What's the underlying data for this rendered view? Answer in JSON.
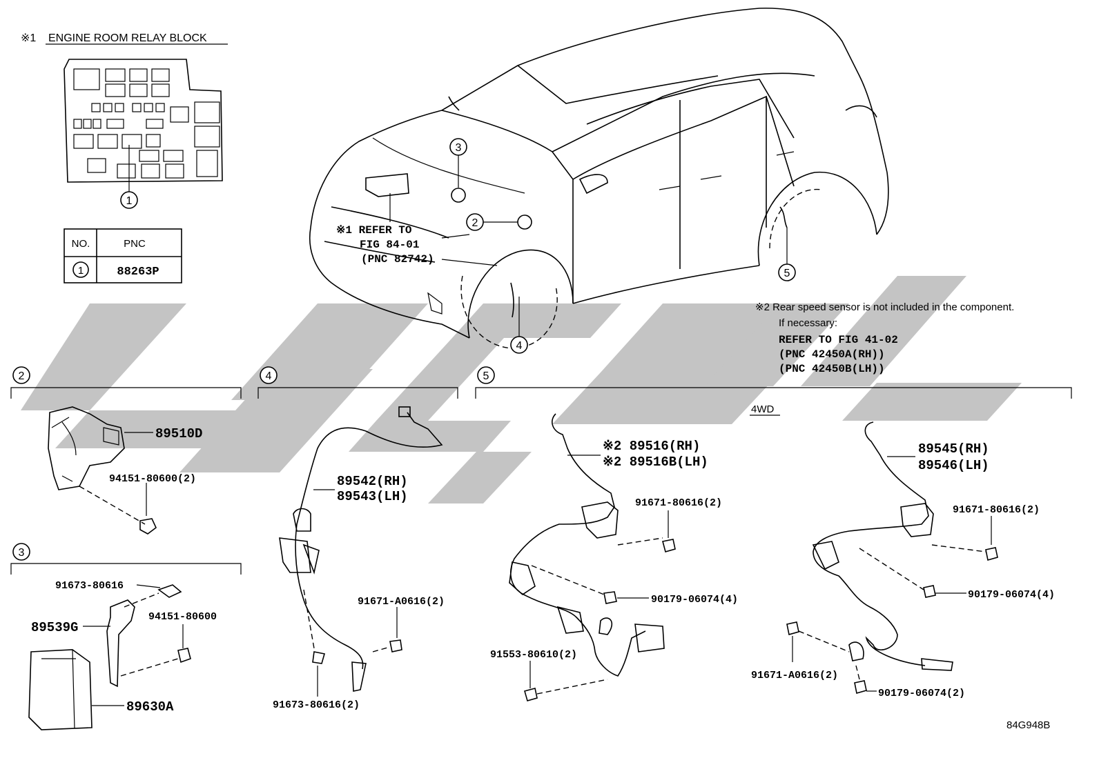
{
  "relay_block": {
    "mark": "※1",
    "title": "ENGINE ROOM RELAY BLOCK",
    "callout": "1"
  },
  "pnc_table": {
    "headers": [
      "NO.",
      "PNC"
    ],
    "rows": [
      {
        "no": "1",
        "pnc": "88263P"
      }
    ]
  },
  "vehicle": {
    "callouts": [
      "2",
      "3",
      "4",
      "5"
    ],
    "refer_lines": [
      "※1 REFER TO",
      "FIG 84-01",
      "(PNC 82742)"
    ]
  },
  "note2": {
    "line1": "※2 Rear speed sensor is not included in the component.",
    "line2": "If necessary:",
    "line3": "REFER TO FIG 41-02",
    "line4": "(PNC 42450A(RH))",
    "line5": "(PNC 42450B(LH))"
  },
  "section2": {
    "num": "2",
    "labels": {
      "sensor": "89510D",
      "bolt": "94151-80600(2)"
    }
  },
  "section3": {
    "num": "3",
    "labels": {
      "bolt1": "91673-80616",
      "bracket": "89539G",
      "bolt2": "94151-80600",
      "module": "89630A"
    }
  },
  "section4": {
    "num": "4",
    "labels": {
      "rh": "89542(RH)",
      "lh": "89543(LH)",
      "bolt1": "91671-A0616(2)",
      "bolt2": "91673-80616(2)"
    }
  },
  "section5": {
    "num": "5",
    "sub": "4WD",
    "left": {
      "rh": "※2 89516(RH)",
      "lh": "※2 89516B(LH)",
      "bolt1": "91671-80616(2)",
      "nut": "90179-06074(4)",
      "bolt2": "91553-80610(2)"
    },
    "right": {
      "rh": "89545(RH)",
      "lh": "89546(LH)",
      "bolt1": "91671-80616(2)",
      "nut": "90179-06074(4)",
      "bolt2": "91671-A0616(2)",
      "nut2": "90179-06074(2)"
    }
  },
  "figure_code": "84G948B"
}
